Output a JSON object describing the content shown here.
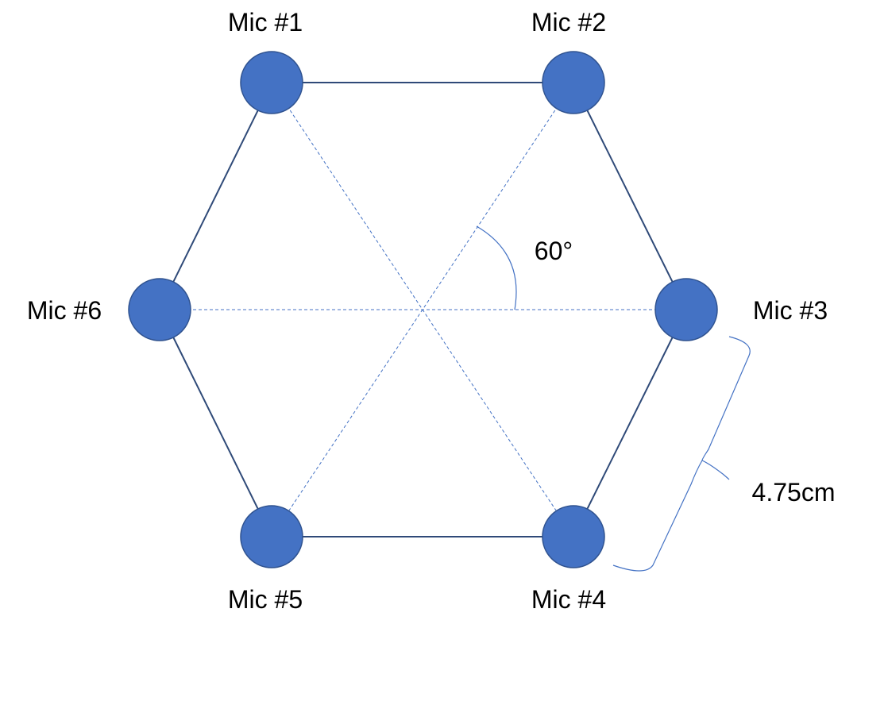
{
  "colors": {
    "mic_fill": "#4472C4",
    "mic_stroke": "#2F528F",
    "edge": "#2F4A78",
    "guide": "#4472C4",
    "text": "#000000"
  },
  "mics": [
    {
      "id": "1",
      "label": "Mic #1"
    },
    {
      "id": "2",
      "label": "Mic #2"
    },
    {
      "id": "3",
      "label": "Mic #3"
    },
    {
      "id": "4",
      "label": "Mic #4"
    },
    {
      "id": "5",
      "label": "Mic #5"
    },
    {
      "id": "6",
      "label": "Mic #6"
    }
  ],
  "angle_label": "60°",
  "spacing_label": "4.75cm"
}
